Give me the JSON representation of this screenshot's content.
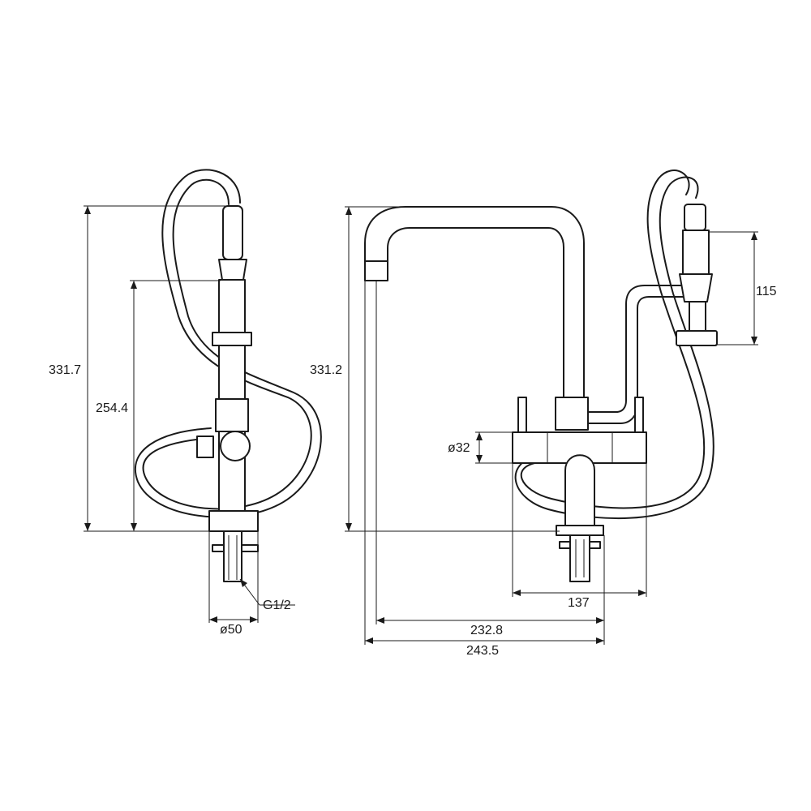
{
  "dimensions": {
    "side_total_height": "331.7",
    "side_body_height": "254.4",
    "side_thread": "G1/2",
    "side_base_diameter": "ø50",
    "front_total_height": "331.2",
    "front_body_diameter": "ø32",
    "spray_length": "115",
    "handle_span": "137",
    "spout_reach": "232.8",
    "overall_width": "243.5"
  },
  "colors": {
    "line": "#1a1a1a",
    "background": "#ffffff"
  }
}
